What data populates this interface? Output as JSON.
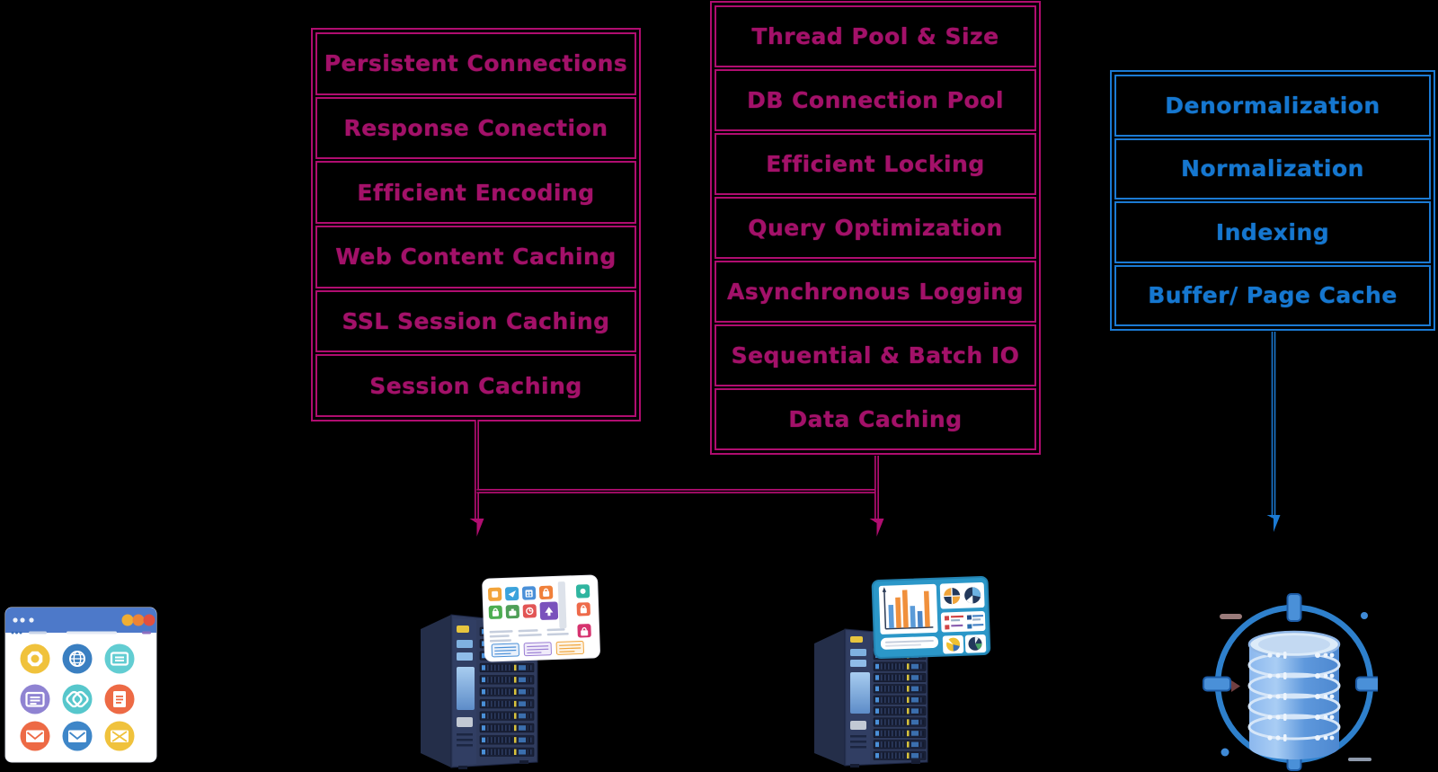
{
  "app": {
    "type": "optimization-diagram",
    "background": "#000000"
  },
  "colors": {
    "magenta_line": "#B00D70",
    "magenta_text": "#A31169",
    "blue_line": "#1B7AD3",
    "blue_text": "#1577D0"
  },
  "panels": [
    {
      "name": "web-server-optimizations",
      "accent": "#B00D70",
      "items": [
        "Persistent Connections",
        "Response Conection",
        "Efficient Encoding",
        "Web Content Caching",
        "SSL Session Caching",
        "Session Caching"
      ]
    },
    {
      "name": "app-db-server-optimizations",
      "accent": "#B00D70",
      "items": [
        "Thread Pool & Size",
        "DB Connection Pool",
        "Efficient Locking",
        "Query Optimization",
        "Asynchronous Logging",
        "Sequential & Batch IO",
        "Data Caching"
      ]
    },
    {
      "name": "database-optimizations",
      "accent": "#1B7AD3",
      "items": [
        "Denormalization",
        "Normalization",
        "Indexing",
        "Buffer/ Page Cache"
      ]
    }
  ],
  "connectors": [
    {
      "from": "web-server-optimizations",
      "shape": "down-arrow",
      "color": "#B00D70"
    },
    {
      "from": "app-db-server-optimizations",
      "shape": "down-arrow",
      "color": "#B00D70"
    },
    {
      "from": "database-optimizations",
      "shape": "down-arrow",
      "color": "#1B7AD3"
    }
  ],
  "icons": {
    "browser-window-icon": "svg-browser-window-with-app-grid",
    "app-server-icon": "svg-server-tower-with-app-panel",
    "db-server-icon": "svg-server-tower-with-dashboard",
    "database-icon": "svg-database-cylinder-in-sync-ring",
    "down-arrow-icon": "svg-triangle-arrowhead"
  }
}
